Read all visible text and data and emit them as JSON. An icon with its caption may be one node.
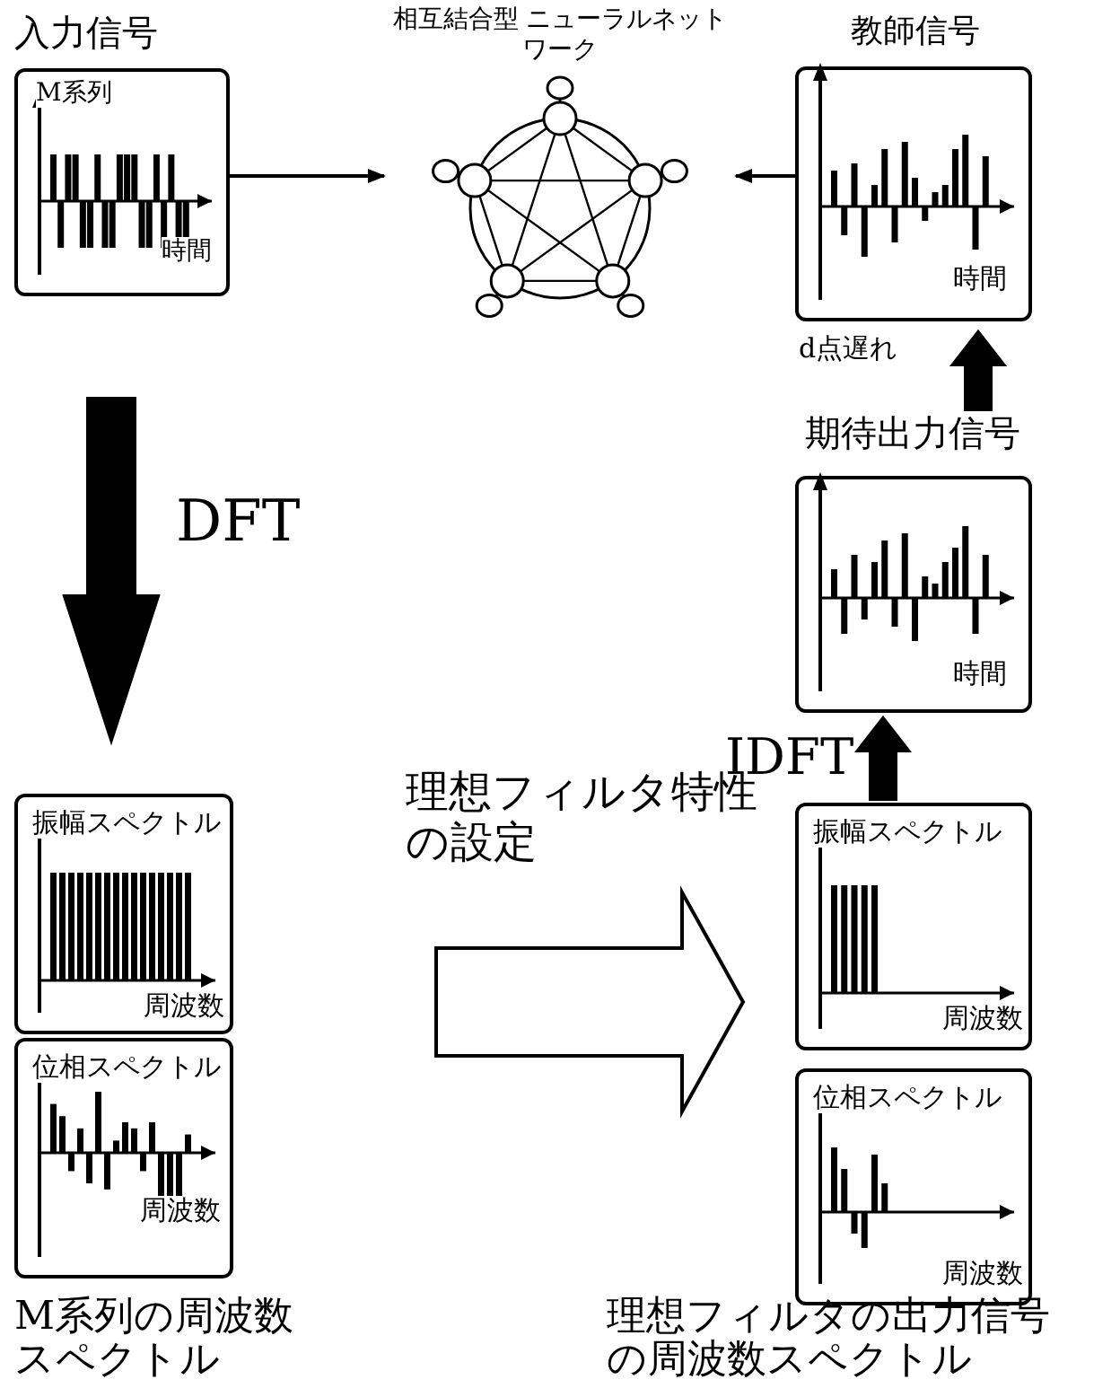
{
  "diagram": {
    "nodes": [
      {
        "text": [
          "入力信号",
          "M系列",
          "時間"
        ]
      },
      {
        "text": [
          "相互結合型 ニューラルネットワーク"
        ]
      },
      {
        "text": [
          "教師信号",
          "時間"
        ]
      },
      {
        "text": [
          "期待出力信号",
          "時間"
        ]
      },
      {
        "text": [
          "振幅スペクトル",
          "周波数"
        ]
      },
      {
        "text": [
          "位相スペクトル",
          "周波数"
        ]
      },
      {
        "text": [
          "振幅スペクトル",
          "周波数"
        ]
      },
      {
        "text": [
          "位相スペクトル",
          "周波数"
        ]
      }
    ],
    "edges": [
      {
        "from": 0,
        "to": 1,
        "arrow": "to"
      },
      {
        "from": 2,
        "to": 1,
        "arrow": "to"
      },
      {
        "from": 0,
        "to": 4,
        "arrow": "to",
        "label": "DFT",
        "style": "thick"
      },
      {
        "from": 4,
        "to": 6,
        "arrow": "to",
        "label": "理想フィルタ特性の設定",
        "style": "thick",
        "color": "#ffffff"
      },
      {
        "from": 6,
        "to": 3,
        "arrow": "to",
        "label": "IDFT",
        "style": "thick"
      },
      {
        "from": 3,
        "to": 2,
        "arrow": "to",
        "label": "d点遅れ",
        "style": "thick"
      }
    ],
    "labels": [
      "M系列の周波数スペクトル",
      "理想フィルタの出力信号の周波数スペクトル"
    ]
  }
}
